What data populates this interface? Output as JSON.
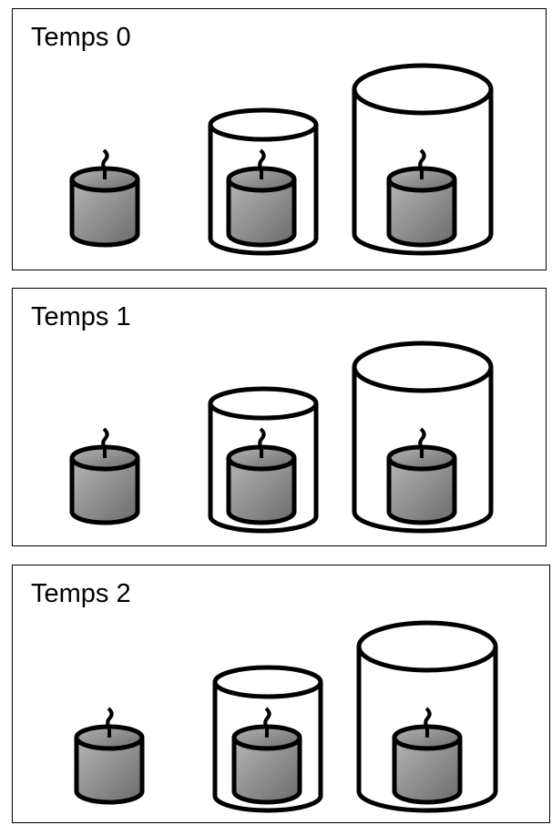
{
  "panels": [
    {
      "label": "Temps 0"
    },
    {
      "label": "Temps 1"
    },
    {
      "label": "Temps 2"
    }
  ],
  "colors": {
    "candle_gradient_light": "#b5b5b5",
    "candle_gradient_dark": "#6b6b6b",
    "outline": "#000000",
    "background": "#ffffff"
  },
  "scene": {
    "candles": [
      "candle-uncovered",
      "candle-in-small-jar",
      "candle-in-large-jar"
    ],
    "jars": [
      "small-jar",
      "large-jar"
    ]
  }
}
